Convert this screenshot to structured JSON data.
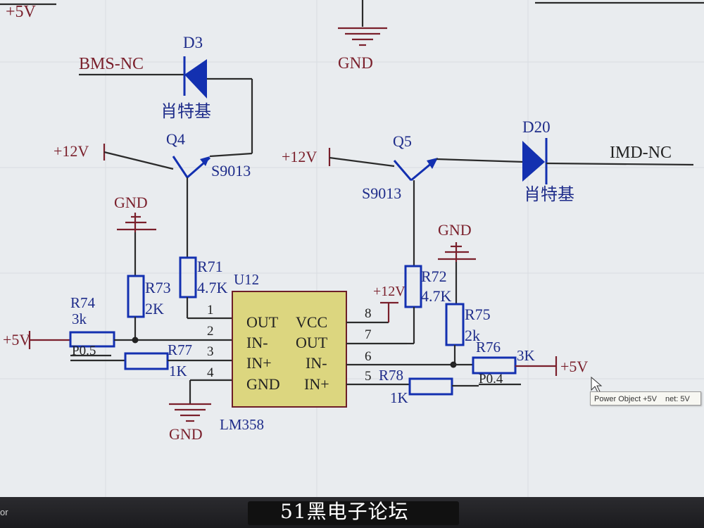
{
  "net_labels": {
    "bms_nc": "BMS-NC",
    "imd_nc": "IMD-NC",
    "p12v": "+12V",
    "p5v": "+5V",
    "gnd": "GND"
  },
  "components": {
    "d3": {
      "ref": "D3",
      "value": "肖特基"
    },
    "d20": {
      "ref": "D20",
      "value": "肖特基"
    },
    "q4": {
      "ref": "Q4",
      "value": "S9013"
    },
    "q5": {
      "ref": "Q5",
      "value": "S9013"
    },
    "r71": {
      "ref": "R71",
      "value": "4.7K"
    },
    "r72": {
      "ref": "R72",
      "value": "4.7K"
    },
    "r73": {
      "ref": "R73",
      "value": "2K"
    },
    "r74": {
      "ref": "R74",
      "value": "3k"
    },
    "r75": {
      "ref": "R75",
      "value": "2k"
    },
    "r76": {
      "ref": "R76",
      "value": "3K"
    },
    "r77": {
      "ref": "R77",
      "value": "1K"
    },
    "r78": {
      "ref": "R78",
      "value": "1K"
    },
    "u12": {
      "ref": "U12",
      "part": "LM358"
    }
  },
  "probes": {
    "p05": "P0.5",
    "p04": "P0.4"
  },
  "u12_pins": {
    "numbers": [
      "1",
      "2",
      "3",
      "4",
      "5",
      "6",
      "7",
      "8"
    ],
    "left_names": [
      "OUT",
      "IN-",
      "IN+",
      "GND"
    ],
    "right_names": [
      "VCC",
      "OUT",
      "IN-",
      "IN+"
    ]
  },
  "tooltip": {
    "object": "Power Object +5V",
    "net": "net: 5V"
  },
  "watermark": "51黑电子论坛",
  "taskbar_fragment": "or",
  "colors": {
    "background": "#e9ecef",
    "power_text": "#7a1f2b",
    "component": "#1330b0",
    "ic_fill": "#dcd67f",
    "ic_border": "#6d1e28"
  }
}
